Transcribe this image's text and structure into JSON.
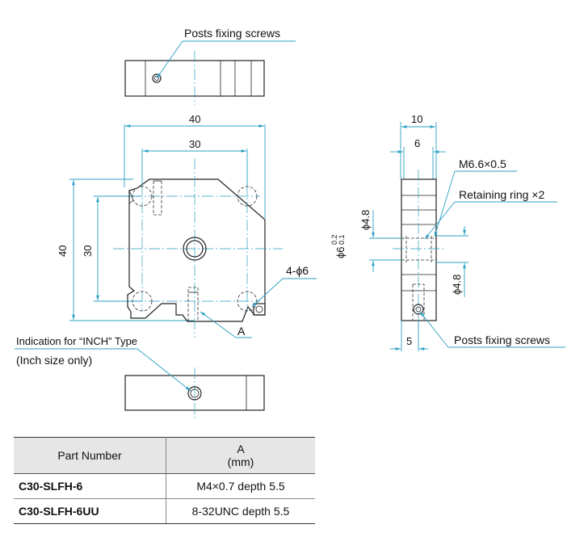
{
  "callouts": {
    "posts_fixing_screws_top": "Posts fixing screws",
    "posts_fixing_screws_side": "Posts fixing screws",
    "thread": "M6.6×0.5",
    "retaining_ring": "Retaining ring ×2",
    "holes": "4-ϕ6",
    "a_marker": "A",
    "inch_indication": "Indication for “INCH” Type",
    "inch_note": "(Inch size only)"
  },
  "dimensions": {
    "front_width_outer": "40",
    "front_width_inner": "30",
    "front_height_outer": "40",
    "front_height_inner": "30",
    "side_width_outer": "10",
    "side_width_inner": "6",
    "side_bore_top": "ϕ4.8",
    "side_bore_bottom": "ϕ4.8",
    "side_center_diameter": "ϕ6",
    "side_tol_upper": "0.2",
    "side_tol_lower": "0.1",
    "side_bottom_offset": "5"
  },
  "table": {
    "headers": {
      "part_number": "Part Number",
      "a_label": "A",
      "a_unit": "(mm)"
    },
    "rows": [
      {
        "part_number": "C30-SLFH-6",
        "a": "M4×0.7 depth 5.5"
      },
      {
        "part_number": "C30-SLFH-6UU",
        "a": "8-32UNC depth 5.5"
      }
    ]
  },
  "colors": {
    "leader_lines": "#2a9fc4",
    "outline": "#222222",
    "table_header": "#e6e6e6"
  }
}
